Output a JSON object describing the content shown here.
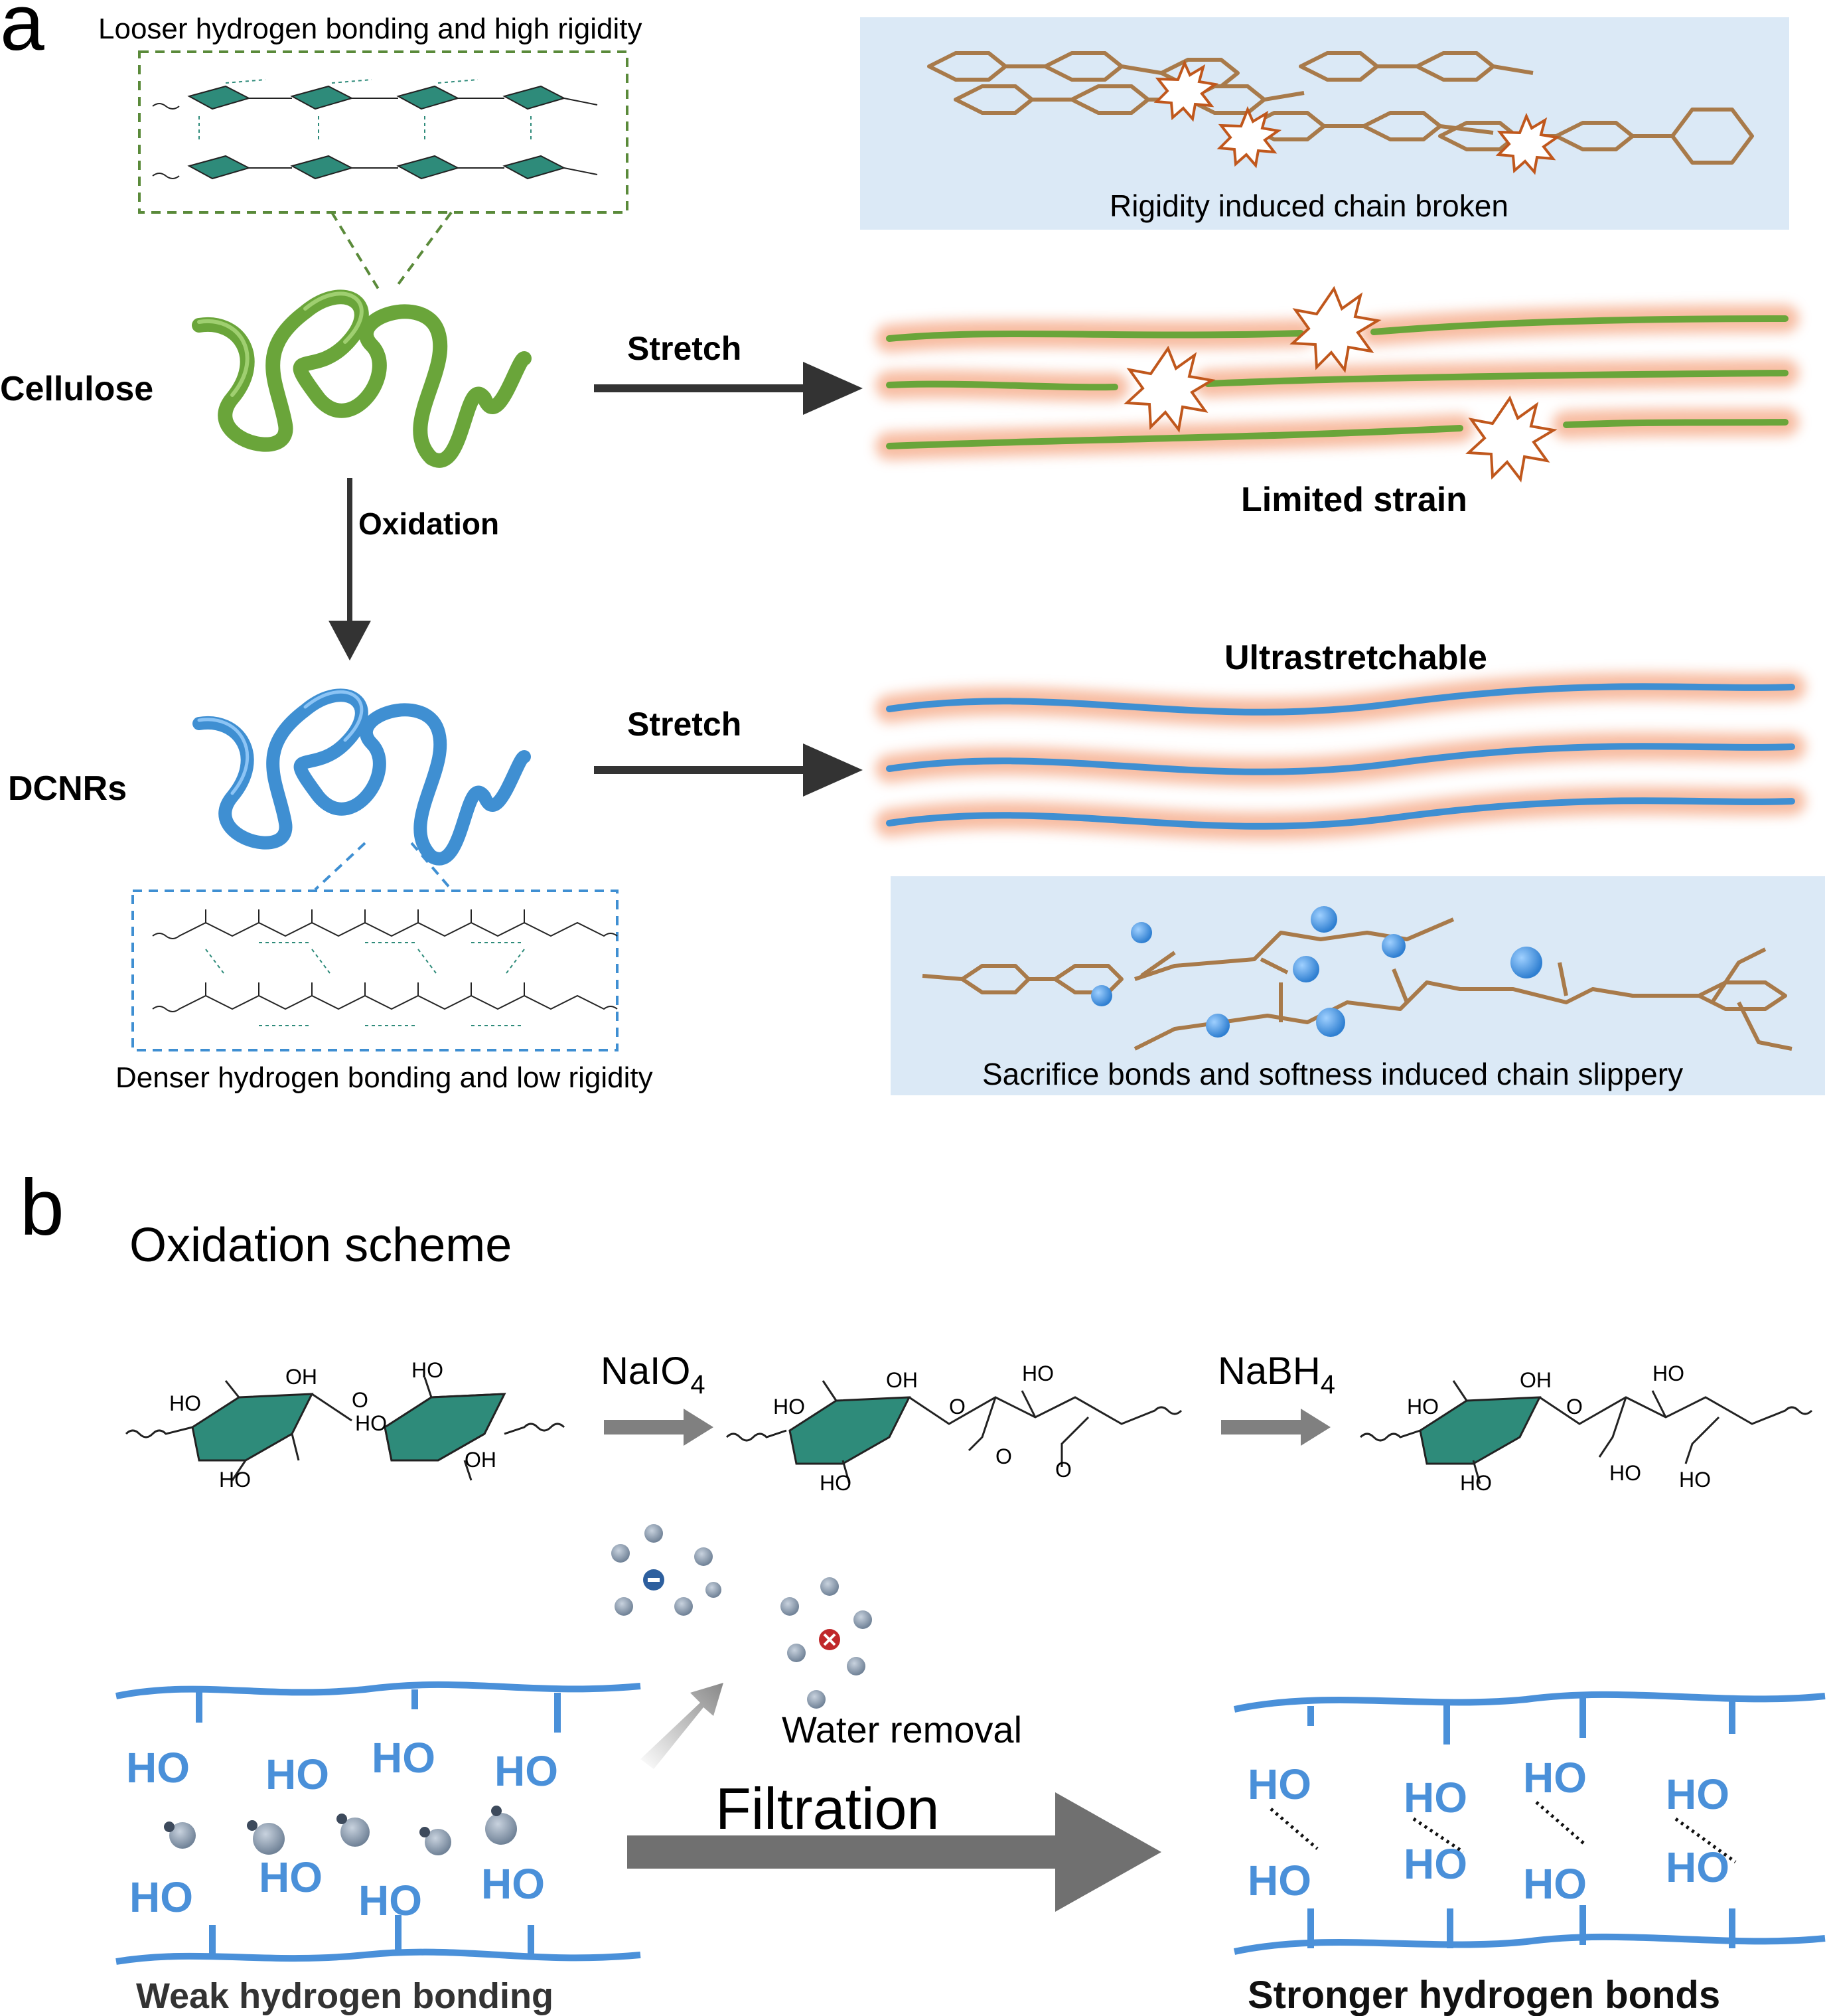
{
  "panel_a": {
    "letter": "a",
    "top_box_caption": "Looser hydrogen bonding and high rigidity",
    "bottom_box_caption": "Denser hydrogen bonding and low rigidity",
    "cellulose_label": "Cellulose",
    "dcnrs_label": "DCNRs",
    "oxidation_label": "Oxidation",
    "stretch_top_label": "Stretch",
    "stretch_bottom_label": "Stretch",
    "limited_strain_label": "Limited strain",
    "ultrastretchable_label": "Ultrastretchable",
    "rigid_panel_caption": "Rigidity induced chain broken",
    "soft_panel_caption": "Sacrifice bonds and softness induced chain slippery",
    "colors": {
      "cellulose_green": "#6aa53a",
      "dcnr_blue": "#3f8fd2",
      "glow_orange": "#f4a07a",
      "chain_brown": "#a87a4a",
      "burst_orange": "#c0571c",
      "panel_blue": "#dbe9f6",
      "arrow_dark": "#333333",
      "ring_teal": "#2e8b7a"
    }
  },
  "panel_b": {
    "letter": "b",
    "title": "Oxidation scheme",
    "reagent1_main": "NaIO",
    "reagent1_sub": "4",
    "reagent2_main": "NaBH",
    "reagent2_sub": "4",
    "water_removal_label": "Water removal",
    "filtration_label": "Filtration",
    "weak_label": "Weak hydrogen bonding",
    "strong_label": "Stronger hydrogen bonds",
    "ho_label": "HO",
    "chem_labels": {
      "oh": "OH",
      "ho": "HO",
      "o": "O"
    },
    "colors": {
      "network_blue": "#4a90d9",
      "water_gray": "#8d9db0",
      "arrow_gray": "#808080",
      "minus_blue": "#2d5f9e",
      "cross_red": "#c0282b"
    }
  }
}
